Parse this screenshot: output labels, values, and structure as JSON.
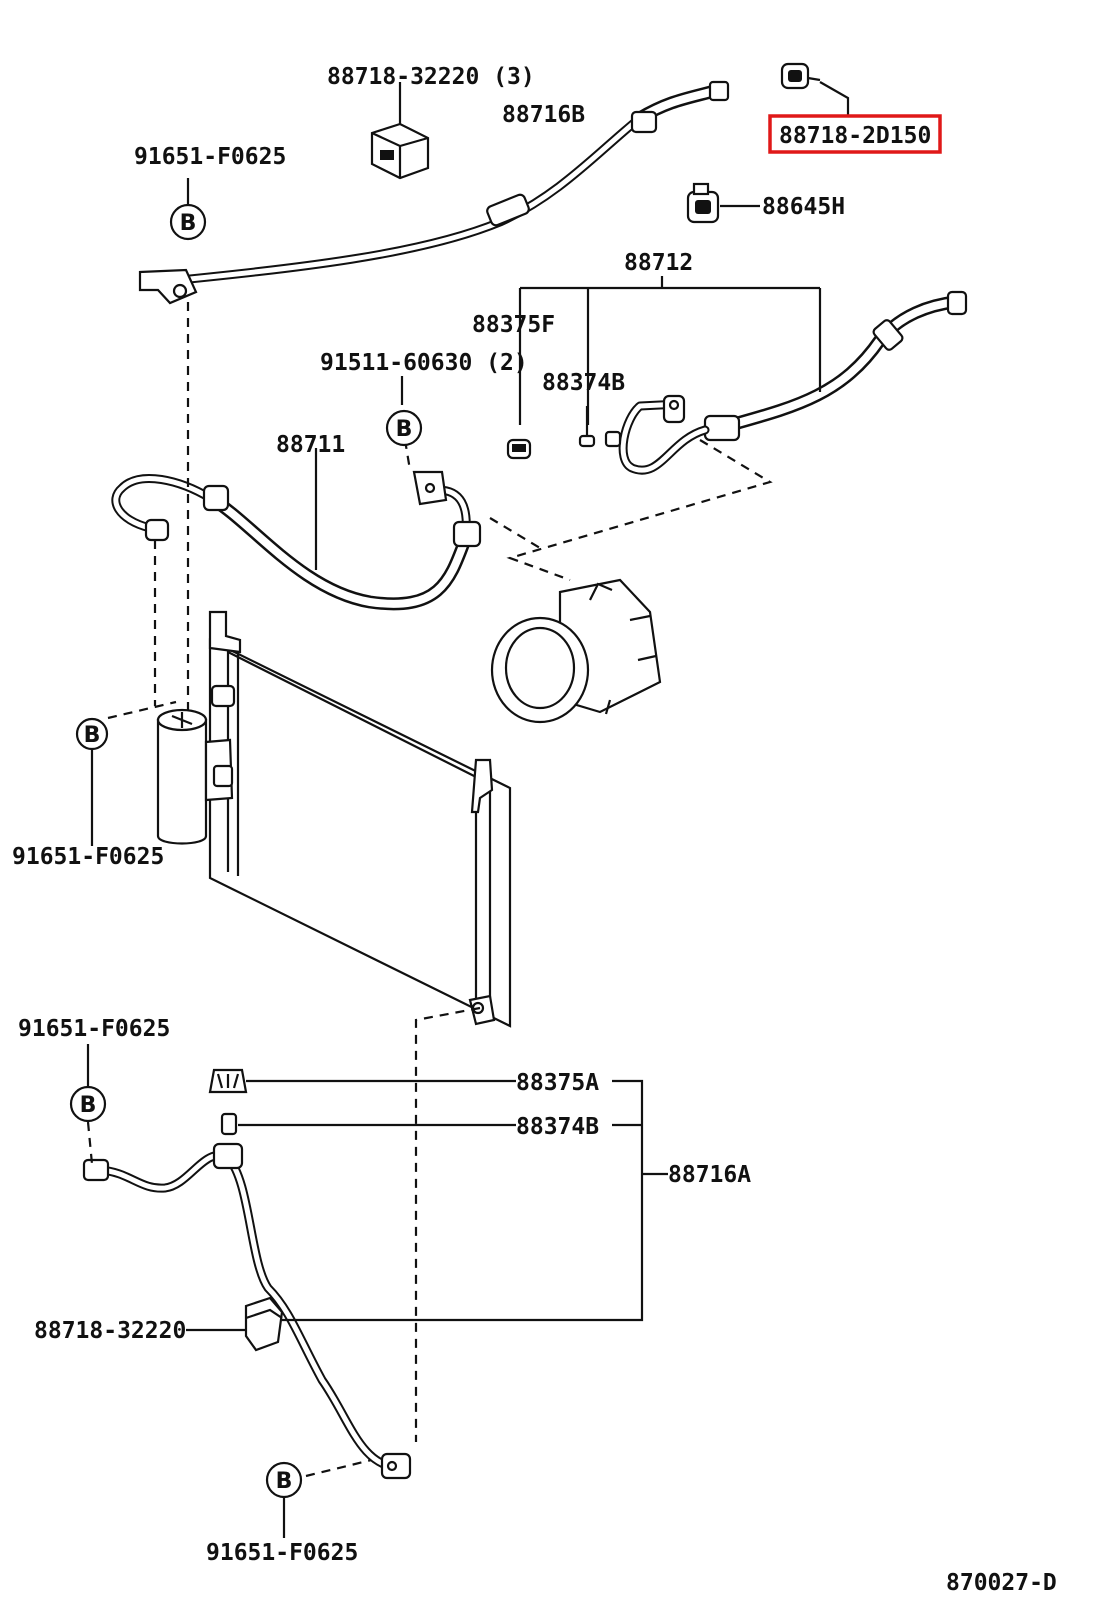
{
  "labels": {
    "clamp_top": "88718-32220 (3)",
    "hose_top": "88716B",
    "switch_highlight": "88718-2D150",
    "valve": "88645H",
    "bolt_tl": "91651-F0625",
    "hose_assy": "88712",
    "cap_f": "88375F",
    "bolt_mid": "91511-60630 (2)",
    "core_b": "88374B",
    "discharge_hose": "88711",
    "bolt_ml": "91651-F0625",
    "bolt_bl": "91651-F0625",
    "cap_a": "88375A",
    "core_b2": "88374B",
    "tube_a": "88716A",
    "clamp_bottom": "88718-32220",
    "bolt_bottom": "91651-F0625",
    "diagram_code": "870027-D"
  },
  "bolt_marker": "B",
  "highlight_color": "#e01818"
}
